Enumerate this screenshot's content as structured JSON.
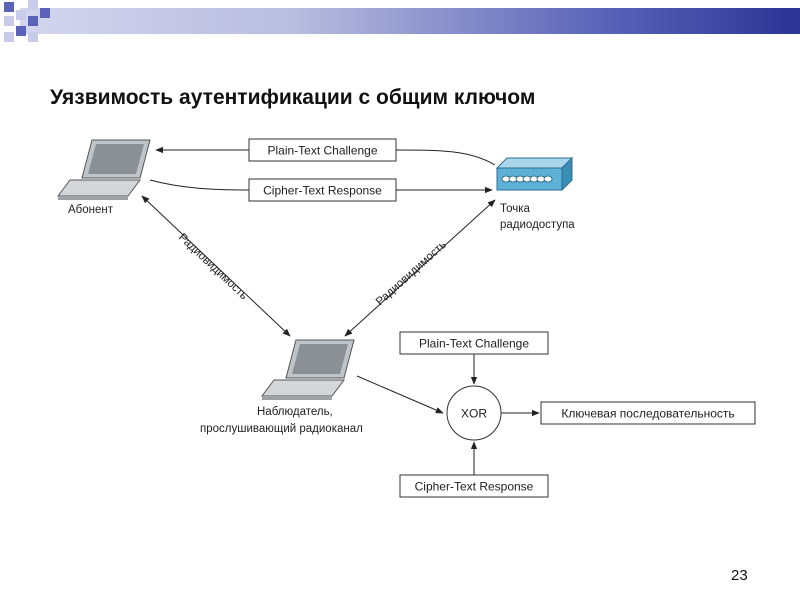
{
  "slide": {
    "title": "Уязвимость аутентификации с общим ключом",
    "page_number": "23"
  },
  "colors": {
    "header_light": "#d3d6ee",
    "header_dark": "#2c3494",
    "square_blue": "#5a63b8",
    "square_light": "#c9cce8"
  },
  "diagram": {
    "boxes": {
      "plain_challenge_top": "Plain-Text Challenge",
      "cipher_response_top": "Cipher-Text Response",
      "plain_challenge_bottom": "Plain-Text Challenge",
      "cipher_response_bottom": "Cipher-Text Response",
      "keystream": "Ключевая последовательность",
      "xor": "XOR"
    },
    "nodes": {
      "subscriber": "Абонент",
      "access_point_line1": "Точка",
      "access_point_line2": "радиодоступа",
      "observer_line1": "Наблюдатель,",
      "observer_line2": "прослушивающий радиоканал"
    },
    "edges": {
      "left_radio": "Радиовидимость",
      "right_radio": "Радиовидимость"
    }
  }
}
